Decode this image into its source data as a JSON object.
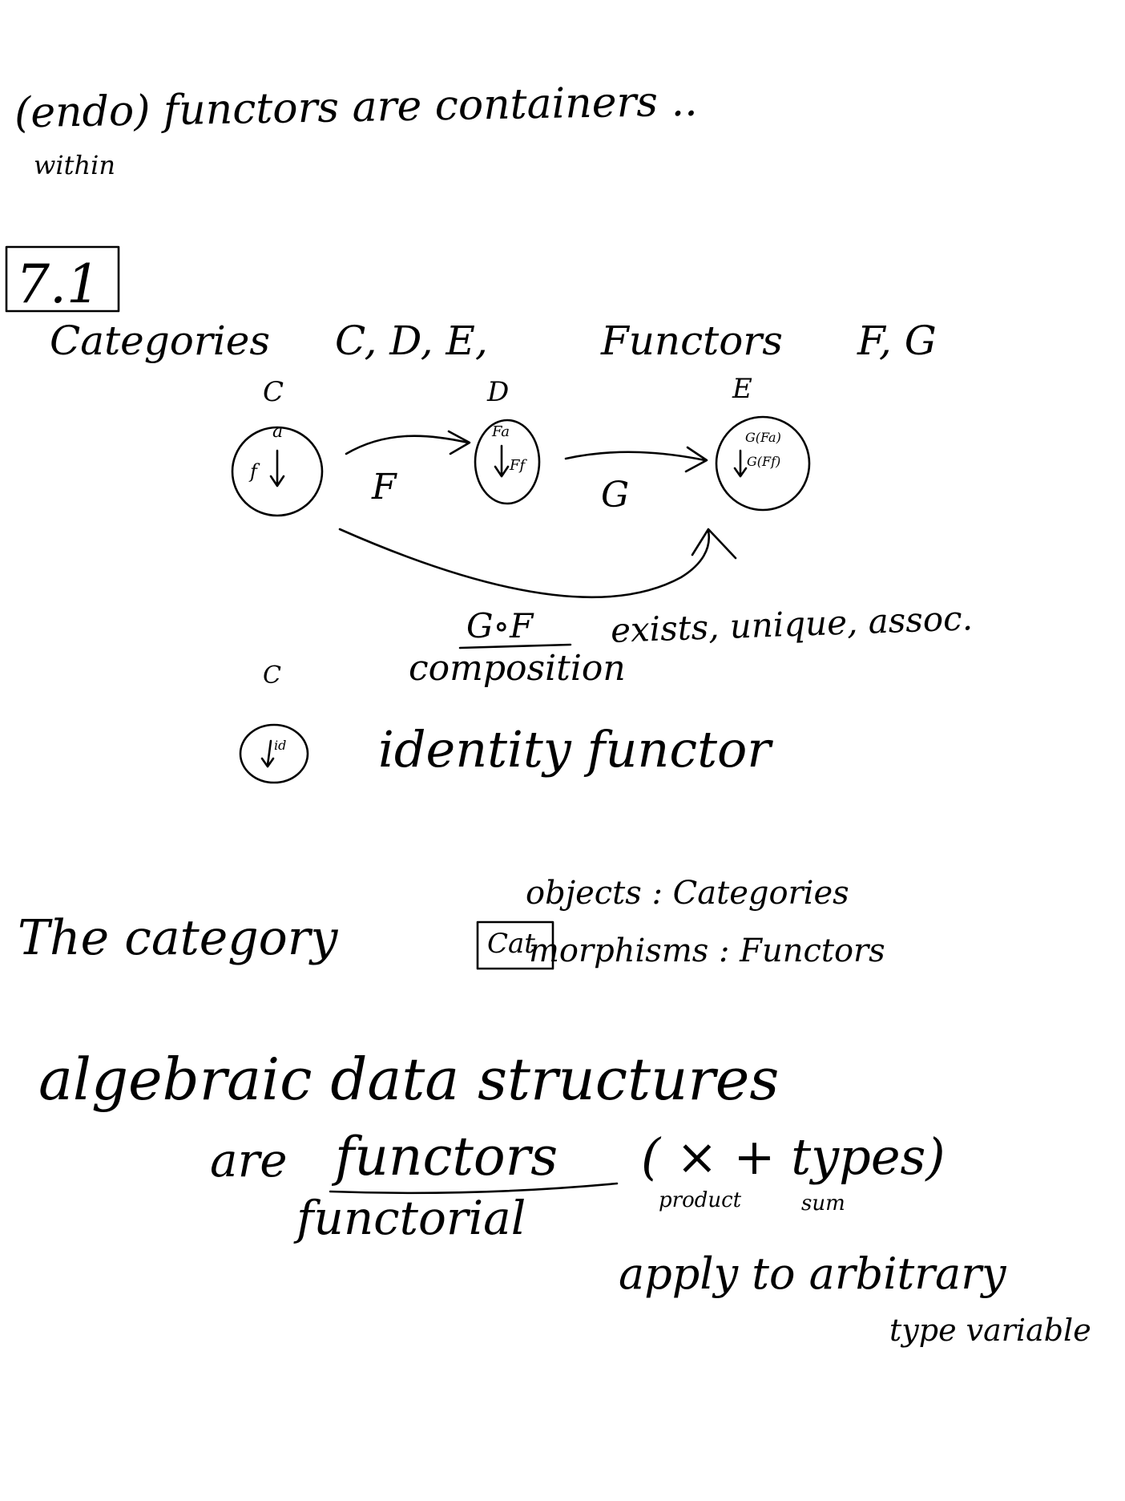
{
  "header": {
    "line1": "(endo) functors are containers ..",
    "within_note": "within"
  },
  "section": {
    "number": "7.1",
    "categories_label": "Categories",
    "categories_list": "C, D, E,",
    "functors_label": "Functors",
    "functors_list": "F, G"
  },
  "diagram": {
    "cat_c": "C",
    "cat_d": "D",
    "cat_e": "E",
    "c_object": "a",
    "c_morphism": "f",
    "d_object": "Fa",
    "d_morphism": "Ff",
    "e_object": "G(Fa)",
    "e_morphism": "G(Ff)",
    "functor_f": "F",
    "functor_g": "G"
  },
  "composition": {
    "expr": "G∘F",
    "props": "exists, unique, assoc.",
    "label": "composition"
  },
  "identity": {
    "cat": "C",
    "inner": "id",
    "label": "identity functor"
  },
  "cat_section": {
    "prefix": "The category",
    "boxed": "Cat",
    "objects_line": "objects : Categories",
    "morphisms_line": "morphisms : Functors"
  },
  "algebraic": {
    "line1": "algebraic data structures",
    "are": "are",
    "functors": "functors",
    "paren": "( ×  +  types)",
    "functorial": "functorial",
    "product": "product",
    "sum": "sum",
    "apply_line": "apply to arbitrary",
    "type_var_line": "type variable"
  }
}
